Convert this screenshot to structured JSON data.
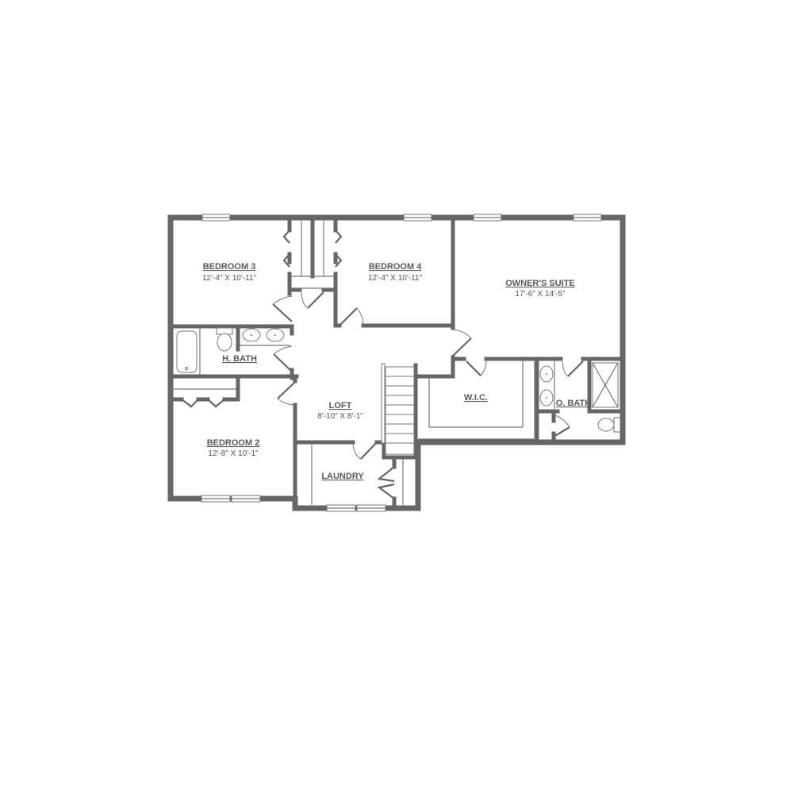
{
  "plan": {
    "wall_color": "#666666",
    "rooms": [
      {
        "name": "BEDROOM 3",
        "size": "12'-4\" X 10'-11\""
      },
      {
        "name": "BEDROOM 4",
        "size": "12'-4\" X 10'-11\""
      },
      {
        "name": "OWNER'S SUITE",
        "size": "17'-6\" X 14'-5\""
      },
      {
        "name": "H. BATH"
      },
      {
        "name": "W.I.C."
      },
      {
        "name": "O. BATH"
      },
      {
        "name": "LOFT",
        "size": "8'-10\" X 8'-1\""
      },
      {
        "name": "BEDROOM 2",
        "size": "12'-8\" X 10'-1\""
      },
      {
        "name": "LAUNDRY"
      }
    ]
  }
}
